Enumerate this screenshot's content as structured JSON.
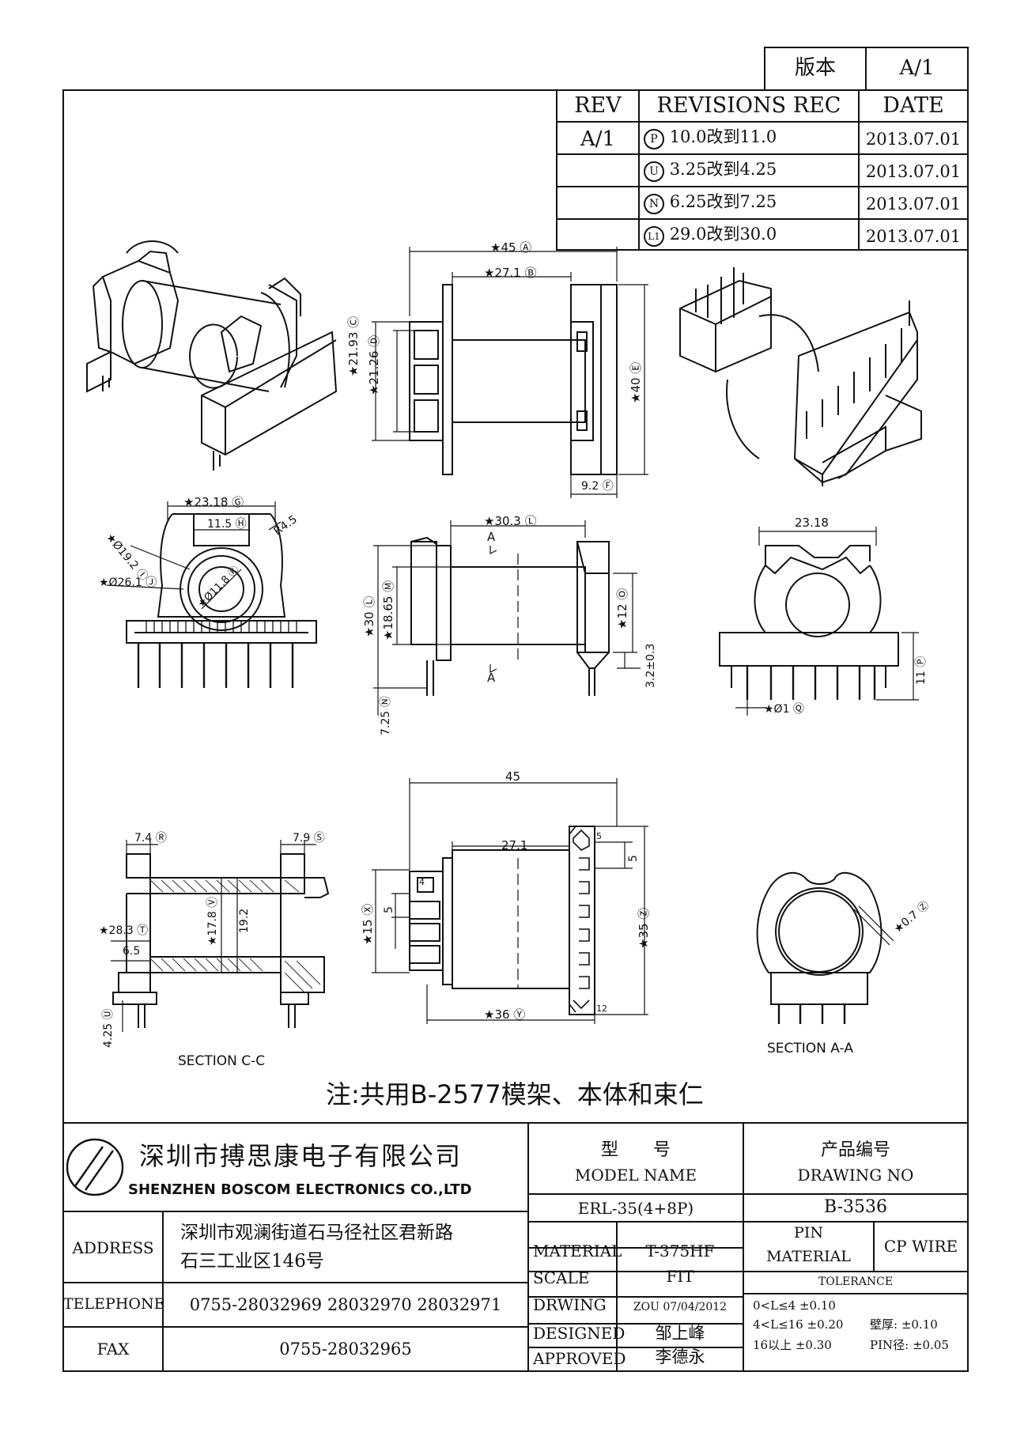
{
  "version_box": {
    "label": "版本",
    "value": "A/1"
  },
  "revisions": {
    "headers": {
      "rev": "REV",
      "rec": "REVISIONS REC",
      "date": "DATE"
    },
    "rev_value": "A/1",
    "rows": [
      {
        "marker": "P",
        "text": "10.0改到11.0",
        "date": "2013.07.01"
      },
      {
        "marker": "U",
        "text": "3.25改到4.25",
        "date": "2013.07.01"
      },
      {
        "marker": "N",
        "text": "6.25改到7.25",
        "date": "2013.07.01"
      },
      {
        "marker": "L1",
        "text": "29.0改到30.0",
        "date": "2013.07.01"
      }
    ]
  },
  "dims": {
    "top_45": "★45 Ⓐ",
    "top_271": "★27.1 Ⓑ",
    "d2193": "★21.93 Ⓒ",
    "d2126": "★21.26 Ⓓ",
    "d40": "★40 Ⓔ",
    "d92": "9.2 Ⓕ",
    "d2318g": "★23.18 Ⓖ",
    "d115": "11.5 Ⓗ",
    "dr45": "R4.5",
    "d192": "★Ø19.2 Ⓘ",
    "d261": "★Ø26.1 Ⓙ",
    "d118": "★Ø11.8 Ⓚ",
    "d303": "★30.3 Ⓛ",
    "dA": "A",
    "d30": "★30 Ⓛ",
    "d1865": "★18.65 Ⓜ",
    "d12": "★12 Ⓞ",
    "d32": "3.2±0.3",
    "d725": "7.25 Ⓝ",
    "d2318": "23.18",
    "d11": "11 Ⓟ",
    "d1": "★Ø1 Ⓠ",
    "b45": "45",
    "b271": "27.1",
    "d74": "7.4 Ⓡ",
    "d79": "7.9 Ⓢ",
    "d283": "★28.3 Ⓣ",
    "d65": "6.5",
    "d178": "★17.8 Ⓥ",
    "d192b": "19.2",
    "d425": "4.25 Ⓤ",
    "d15": "★15 Ⓧ",
    "d5a": "5",
    "d5b": "5",
    "d35": "★35 Ⓩ",
    "d36": "★36 Ⓨ",
    "d07": "★0.7 Ⓩ",
    "pin4": "4",
    "pin5": "5",
    "pin12": "12"
  },
  "section_cc": "SECTION C-C",
  "section_aa": "SECTION A-A",
  "note": "注:共用B-2577模架、本体和束仁",
  "company": {
    "cn": "深圳市搏思康电子有限公司",
    "en": "SHENZHEN BOSCOM ELECTRONICS CO.,LTD"
  },
  "model": {
    "label_cn": "型　　号",
    "label_en": "MODEL NAME",
    "value": "ERL-35(4+8P)"
  },
  "drawing_no": {
    "label_cn": "产品编号",
    "label_en": "DRAWING NO",
    "value": "B-3536"
  },
  "address": {
    "label": "ADDRESS",
    "line1": "深圳市观澜街道石马径社区君新路",
    "line2": "石三工业区146号"
  },
  "telephone": {
    "label": "TELEPHONE",
    "value": "0755-28032969 28032970 28032971"
  },
  "fax": {
    "label": "FAX",
    "value": "0755-28032965"
  },
  "material": {
    "label": "MATERIAL",
    "value": "T-375HF"
  },
  "scale": {
    "label": "SCALE",
    "value": "FIT"
  },
  "drwing": {
    "label": "DRWING",
    "value": "ZOU 07/04/2012"
  },
  "designed": {
    "label": "DESIGNED",
    "value": "邹上峰"
  },
  "approved": {
    "label": "APPROVED",
    "value": "李德永"
  },
  "pin_material": {
    "label1": "PIN",
    "label2": "MATERIAL",
    "value": "CP WIRE"
  },
  "tolerance": {
    "label": "TOLERANCE",
    "r1": "0<L≤4  ±0.10",
    "r2": "4<L≤16  ±0.20",
    "r3": "16以上    ±0.30",
    "wall": "壁厚:  ±0.10",
    "pin": "PIN径: ±0.05"
  },
  "colors": {
    "line": "#111111",
    "paper": "#ffffff"
  }
}
